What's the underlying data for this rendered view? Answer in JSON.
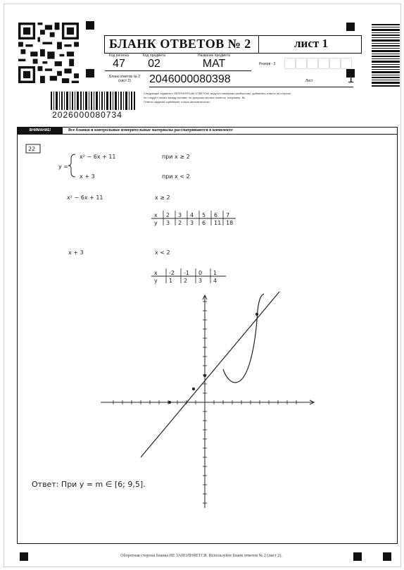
{
  "form": {
    "title": "БЛАНК ОТВЕТОВ № 2",
    "sheet_label": "лист 1",
    "region_label": "Код региона",
    "region_value": "47",
    "subject_code_label": "Код предмета",
    "subject_code_value": "02",
    "subject_name_label": "Название предмета",
    "subject_name_value": "МАТ",
    "reserve_label": "Резерв - 3",
    "blank_label_line1": "Бланк ответов № 2",
    "blank_label_line2": "(лист 2)",
    "blank_number": "2046000080398",
    "list_label": "Лист",
    "list_value": "1",
    "barcode_number": "2026000080734",
    "info_line1": "Следующие задания с НЕПРИНЯТЫМ ОТВЕТОМ, ведутся номерами разборчиво, добавлять ответы на стороне",
    "info_line2": "не следует писать между полями, не допуская мелких пометок, например, № .",
    "info_line3": "Ответы задания оценивают только автоматически.",
    "warning_label": "ВНИМАНИЕ!",
    "warning_text": "Все бланки и контрольные измерительные материалы рассматриваются в комплекте",
    "footer_text": "Оборотная сторона бланка НЕ ЗАПОЛНЯЕТСЯ. Используйте бланк ответов № 2 (лист 2)."
  },
  "handwriting": {
    "task_number": "22",
    "y_label": "y =",
    "piece1": "x² − 6x + 11",
    "piece1_cond": "при x ≥ 2",
    "piece2": "x + 3",
    "piece2_cond": "при x < 2",
    "sub1_func": "x² − 6x + 11",
    "sub1_cond": "x ≥ 2",
    "table1": {
      "x": [
        "x",
        "2",
        "3",
        "4",
        "5",
        "6",
        "7"
      ],
      "y": [
        "y",
        "3",
        "2",
        "3",
        "6",
        "11",
        "18"
      ]
    },
    "sub2_func": "x + 3",
    "sub2_cond": "x < 2",
    "table2": {
      "x": [
        "x",
        "-2",
        "-1",
        "0",
        "1"
      ],
      "y": [
        "y",
        "1",
        "2",
        "3",
        "4"
      ]
    },
    "answer": "Ответ: При y = m ∈ [6; 9,5]."
  }
}
